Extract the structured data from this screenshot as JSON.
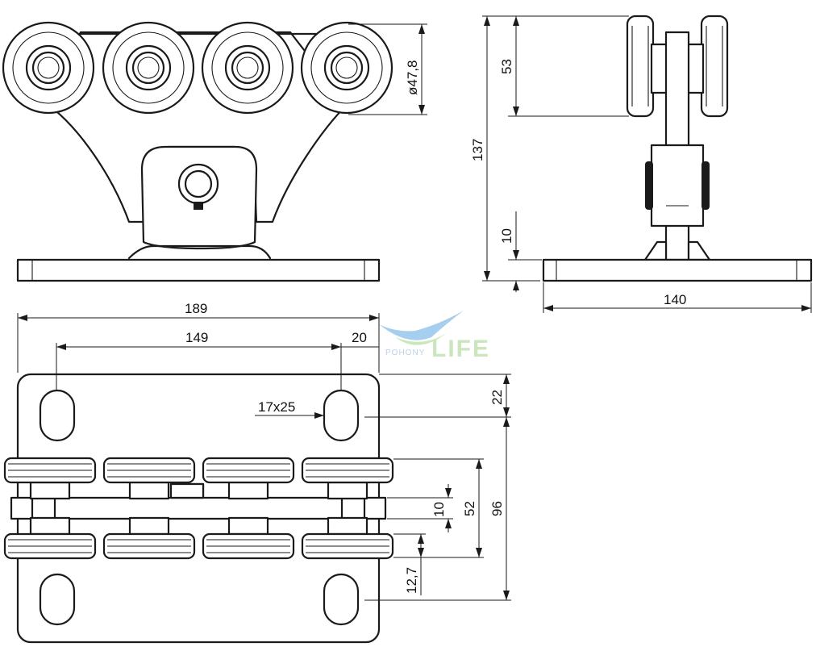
{
  "dimensions": {
    "wheel_diameter": "ø47,8",
    "side_wheel_height": "53",
    "overall_height": "137",
    "base_thickness": "10",
    "base_width": "140",
    "overall_length": "189",
    "hole_spacing": "149",
    "hole_edge_offset": "20",
    "slot_size": "17x25",
    "hole_top_offset": "22",
    "hole_vertical_spacing": "96",
    "wheel_track": "52",
    "center_bar": "10",
    "wheel_width": "12,7"
  },
  "watermark": {
    "brand": "LIFE",
    "sub": "POHONY",
    "colors": {
      "swoosh_blue": "#8fc3ec",
      "swoosh_green": "#bde3a6",
      "text": "#bfe0b0"
    }
  },
  "colors": {
    "line": "#1a1a1a",
    "background": "#ffffff"
  }
}
